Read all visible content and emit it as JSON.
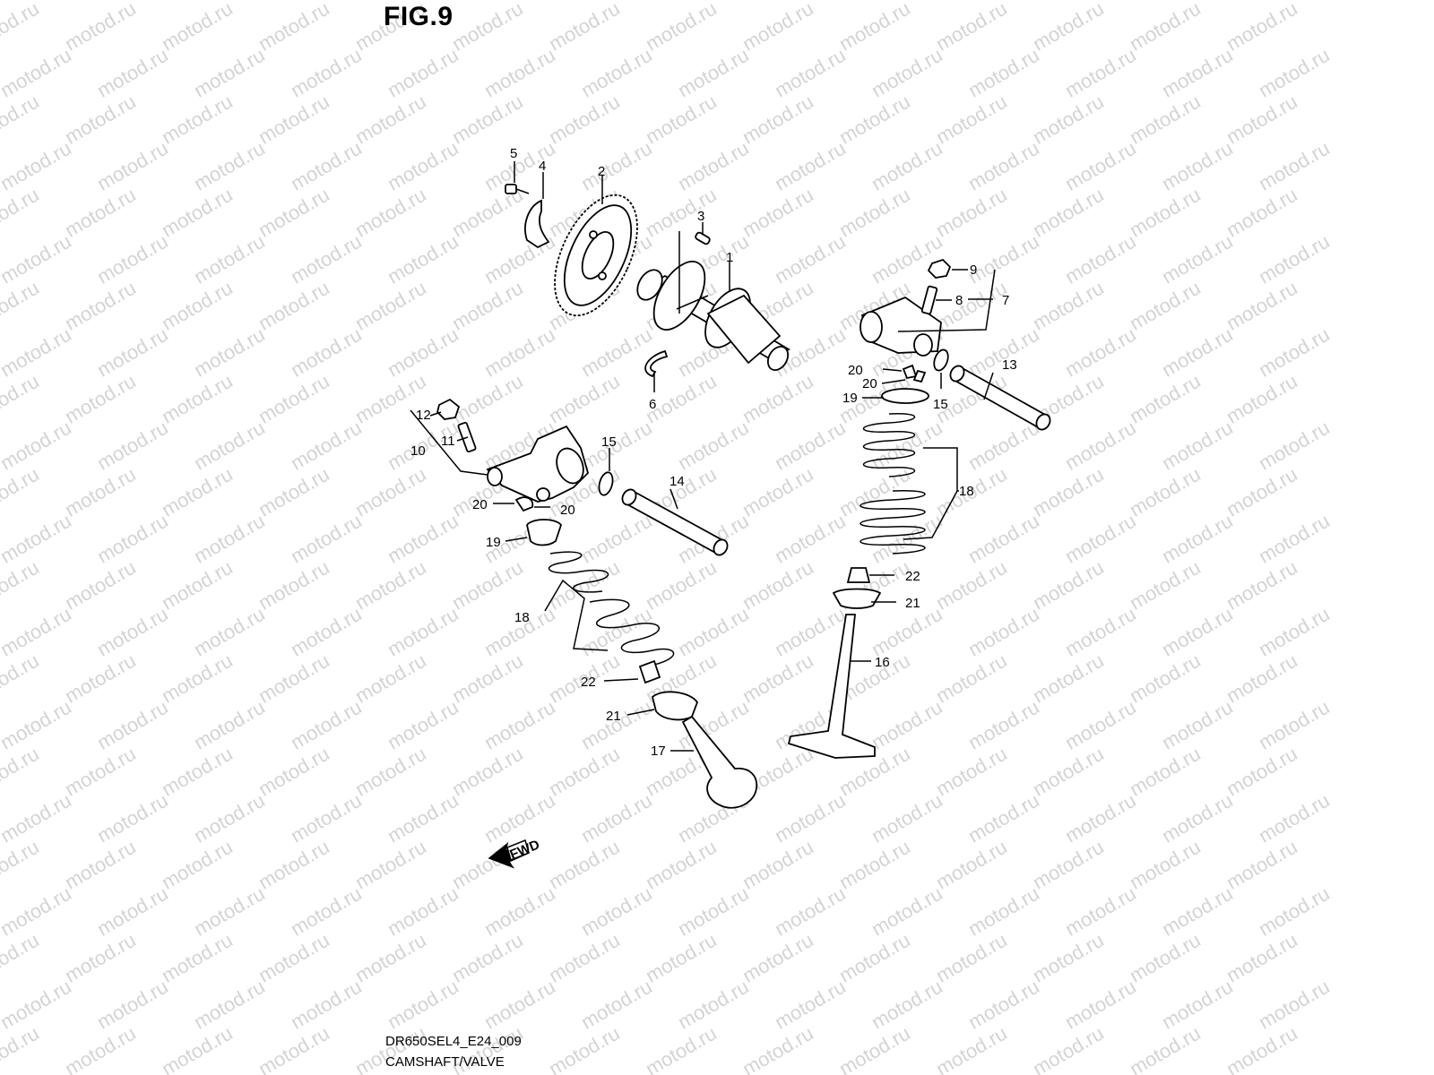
{
  "figure_title": "FIG.9",
  "watermark_text": "motod.ru",
  "diagram_code": "DR650SEL4_E24_009",
  "caption": "CAMSHAFT/VALVE",
  "fwd_label": "FWD",
  "callouts": {
    "c1": "1",
    "c2": "2",
    "c3": "3",
    "c4": "4",
    "c5": "5",
    "c6": "6",
    "c7": "7",
    "c8": "8",
    "c9": "9",
    "c10": "10",
    "c11": "11",
    "c12": "12",
    "c13": "13",
    "c14": "14",
    "c15a": "15",
    "c15b": "15",
    "c16": "16",
    "c17": "17",
    "c18a": "18",
    "c18b": "18",
    "c19a": "19",
    "c19b": "19",
    "c20a": "20",
    "c20b": "20",
    "c20c": "20",
    "c20d": "20",
    "c21a": "21",
    "c21b": "21",
    "c22a": "22",
    "c22b": "22"
  }
}
